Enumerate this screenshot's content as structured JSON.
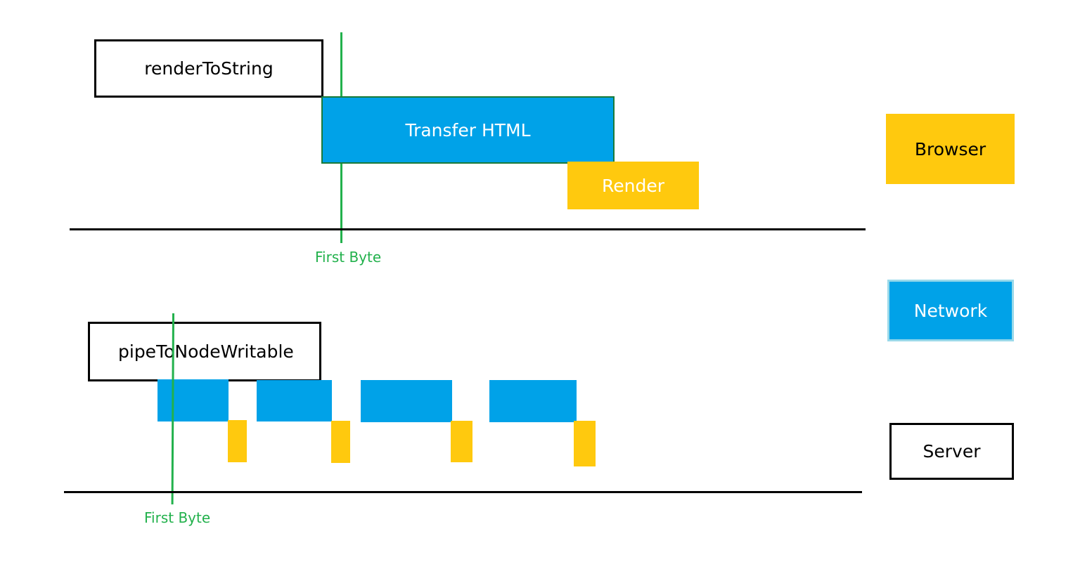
{
  "colors": {
    "network": "#00a2e8",
    "browser": "#ffc90e",
    "first_byte": "#22b14c",
    "outline": "#000000"
  },
  "top": {
    "render_to_string_label": "renderToString",
    "transfer_label": "Transfer HTML",
    "render_label": "Render",
    "first_byte_label": "First Byte"
  },
  "bottom": {
    "pipe_label": "pipeToNodeWritable",
    "first_byte_label": "First Byte",
    "chunk_count": 4
  },
  "legend": {
    "browser": "Browser",
    "network": "Network",
    "server": "Server"
  }
}
